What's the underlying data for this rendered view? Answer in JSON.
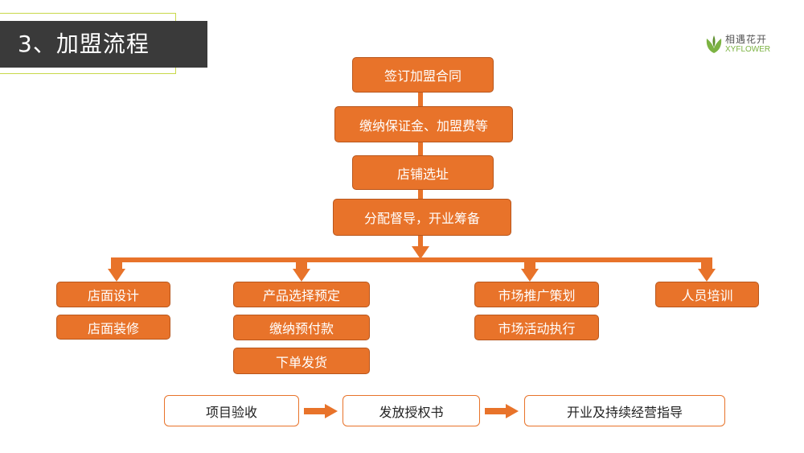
{
  "header": {
    "title": "3、加盟流程"
  },
  "logo": {
    "name_cn": "相遇花开",
    "name_en": "XYFLOWER",
    "icon": "flower-icon"
  },
  "main_steps": [
    "签订加盟合同",
    "缴纳保证金、加盟费等",
    "店铺选址",
    "分配督导，开业筹备"
  ],
  "branches": [
    {
      "items": [
        "店面设计",
        "店面装修"
      ]
    },
    {
      "items": [
        "产品选择预定",
        "缴纳预付款",
        "下单发货"
      ]
    },
    {
      "items": [
        "市场推广策划",
        "市场活动执行"
      ]
    },
    {
      "items": [
        "人员培训"
      ]
    }
  ],
  "final_steps": [
    "项目验收",
    "发放授权书",
    "开业及持续经营指导"
  ],
  "colors": {
    "accent": "#e8732a",
    "title_bar": "#3a3a3a",
    "frame": "#c8d84a"
  }
}
